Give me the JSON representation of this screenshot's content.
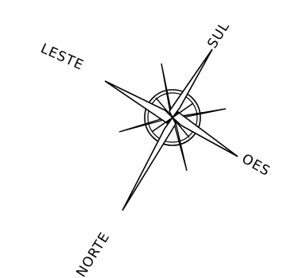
{
  "compass": {
    "labels": {
      "leste": "LESTE",
      "sul": "SUL",
      "oes": "OES",
      "norte": "NORTE"
    },
    "colors": {
      "ink": "#000000",
      "paper": "#ffffff"
    }
  }
}
